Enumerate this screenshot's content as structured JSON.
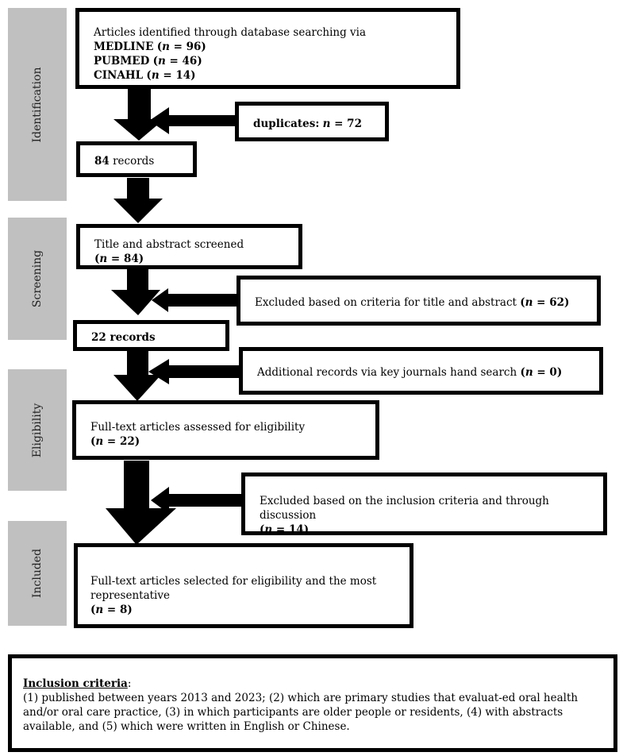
{
  "stages": {
    "identification": "Identification",
    "screening": "Screening",
    "eligibility": "Eligibility",
    "included": "Included"
  },
  "boxes": {
    "db_search": {
      "intro": "Articles identified through database searching via",
      "medline": "MEDLINE",
      "medline_n": "96",
      "pubmed": "PUBMED",
      "pubmed_n": "46",
      "cinahl": "CINAHL",
      "cinahl_n": "14"
    },
    "duplicates": {
      "label": "duplicates:",
      "n": "72"
    },
    "records_84": {
      "count": "84",
      "label": "records"
    },
    "title_abstract": {
      "label": "Title and abstract screened",
      "n": "84"
    },
    "excluded_title": {
      "label": "Excluded based on criteria for title and abstract",
      "n": "62"
    },
    "records_22": {
      "label": "22 records"
    },
    "hand_search": {
      "label": "Additional records via key journals hand search",
      "n": "0"
    },
    "fulltext_assessed": {
      "label": "Full-text articles assessed for eligibility",
      "n": "22"
    },
    "excluded_inclusion": {
      "label": "Excluded based on the inclusion criteria and through discussion",
      "n": "14"
    },
    "selected": {
      "label": "Full-text articles selected for eligibility and the most representative",
      "n": "8"
    }
  },
  "n_symbol": "n",
  "inclusion": {
    "heading": "Inclusion criteria",
    "text": "(1) published between years 2013 and 2023; (2) which are primary studies that evaluat-ed oral health and/or oral care practice, (3) in which participants are older people or residents, (4) with abstracts available, and (5) which were written in English or Chinese."
  }
}
